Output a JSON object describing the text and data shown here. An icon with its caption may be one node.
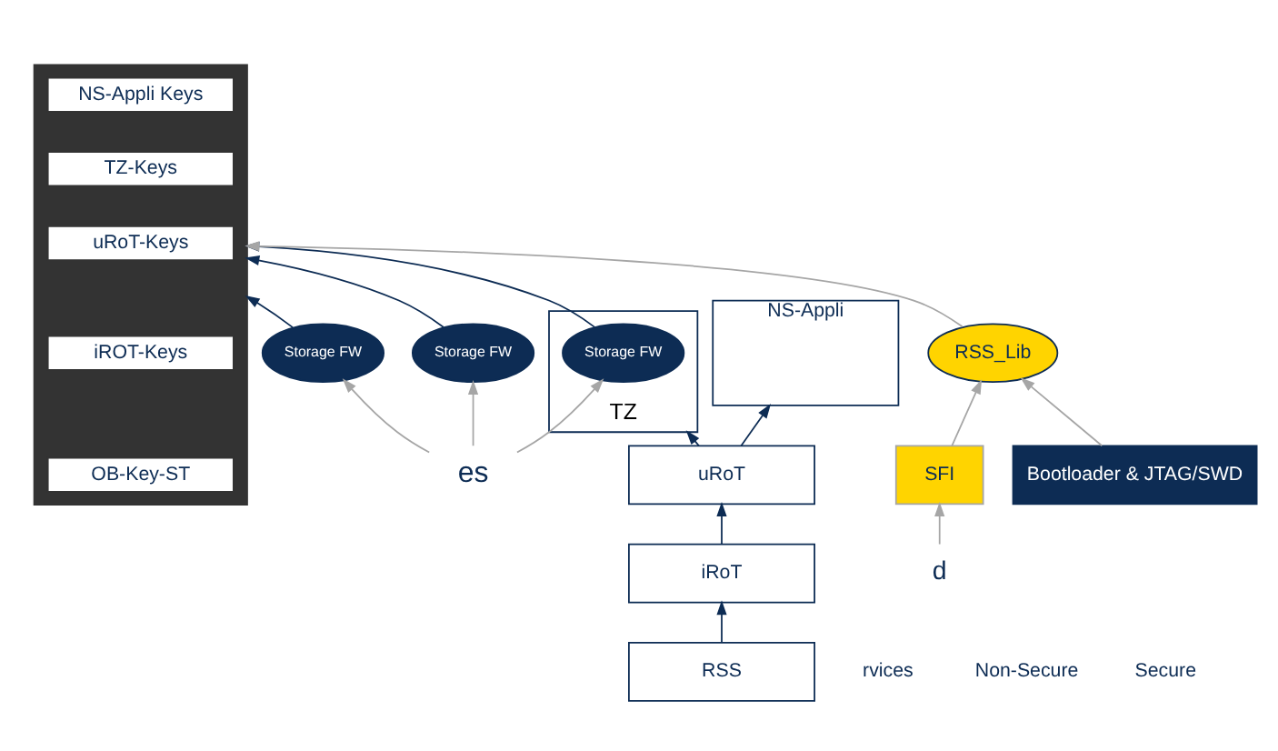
{
  "diagram": {
    "nodes": [
      {
        "text": [
          "es"
        ]
      },
      {
        "text": [
          "d"
        ]
      },
      {
        "text": [
          "NS-Appli"
        ]
      },
      {
        "text": [
          "TZ"
        ]
      },
      {
        "text": [
          "Storage FW"
        ],
        "in": 3
      },
      {
        "text": [
          "uRoT"
        ]
      },
      {
        "text": [
          "Storage FW"
        ]
      },
      {
        "text": [
          "iRoT"
        ]
      },
      {
        "text": [
          "RSS"
        ]
      },
      {
        "text": [
          "Storage FW"
        ]
      },
      {
        "text": [],
        "shape": "box"
      },
      {
        "text": [
          "NS-Appli Keys"
        ],
        "in": 10
      },
      {
        "text": [
          "TZ-Keys"
        ],
        "in": 10
      },
      {
        "text": [
          "uRoT-Keys"
        ],
        "in": 10
      },
      {
        "text": [
          "iROT-Keys"
        ],
        "in": 10
      },
      {
        "text": [
          "OB-Key-ST"
        ],
        "in": 10
      },
      {
        "text": [
          "RSS_Lib"
        ]
      },
      {
        "text": [
          "SFI"
        ]
      },
      {
        "text": [
          "Bootloader & JTAG/SWD"
        ]
      }
    ],
    "edges": [
      {
        "from": 0,
        "to": 4,
        "arrow": "to"
      },
      {
        "from": 0,
        "to": 6,
        "arrow": "to"
      },
      {
        "from": 0,
        "to": 9,
        "arrow": "to"
      },
      {
        "from": 1,
        "to": 17,
        "arrow": "to"
      },
      {
        "from": 5,
        "to": 3,
        "arrow": "to",
        "color": "#0d2c54"
      },
      {
        "from": 5,
        "to": 2,
        "arrow": "to",
        "color": "#0d2c54"
      },
      {
        "from": 7,
        "to": 5,
        "arrow": "to",
        "color": "#0d2c54"
      },
      {
        "from": 8,
        "to": 7,
        "arrow": "to",
        "color": "#0d2c54"
      },
      {
        "from": 4,
        "to": 10,
        "arrow": "to",
        "color": "#0d2c54"
      },
      {
        "from": 6,
        "to": 10,
        "arrow": "to",
        "color": "#0d2c54"
      },
      {
        "from": 9,
        "to": 10,
        "arrow": "to",
        "color": "#0d2c54"
      },
      {
        "from": 17,
        "to": 16,
        "arrow": "to"
      },
      {
        "from": 18,
        "to": 16,
        "arrow": "to"
      },
      {
        "from": 16,
        "to": 10,
        "arrow": "to"
      }
    ],
    "labels": [
      "rvices",
      "Non-Secure",
      "Secure"
    ]
  }
}
